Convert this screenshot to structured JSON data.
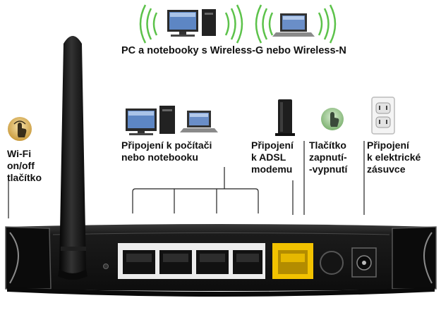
{
  "top_caption": "PC a notebooky s Wireless-G nebo Wireless-N",
  "labels": {
    "wifi_button": [
      "Wi-Fi",
      "on/off",
      "tlačítko"
    ],
    "pc_connection": [
      "Připojení k počítači",
      "nebo notebooku"
    ],
    "adsl_connection": [
      "Připojení",
      "k ADSL",
      "modemu"
    ],
    "power_button": [
      "Tlačítko",
      "zapnutí-",
      "-vypnutí"
    ],
    "outlet_connection": [
      "Připojení",
      "k elektrické",
      "zásuvce"
    ]
  },
  "colors": {
    "wan_port": "#f2c200",
    "router_body": "#1a1a1a",
    "wifi_waves": "#5cc24a",
    "wifi_icon_bg": "#d8b060",
    "power_icon_bg": "#8fc08a"
  },
  "icons": [
    "desktop-pc-icon",
    "laptop-icon",
    "wifi-button-icon",
    "adsl-modem-icon",
    "power-button-icon",
    "wall-outlet-icon"
  ]
}
